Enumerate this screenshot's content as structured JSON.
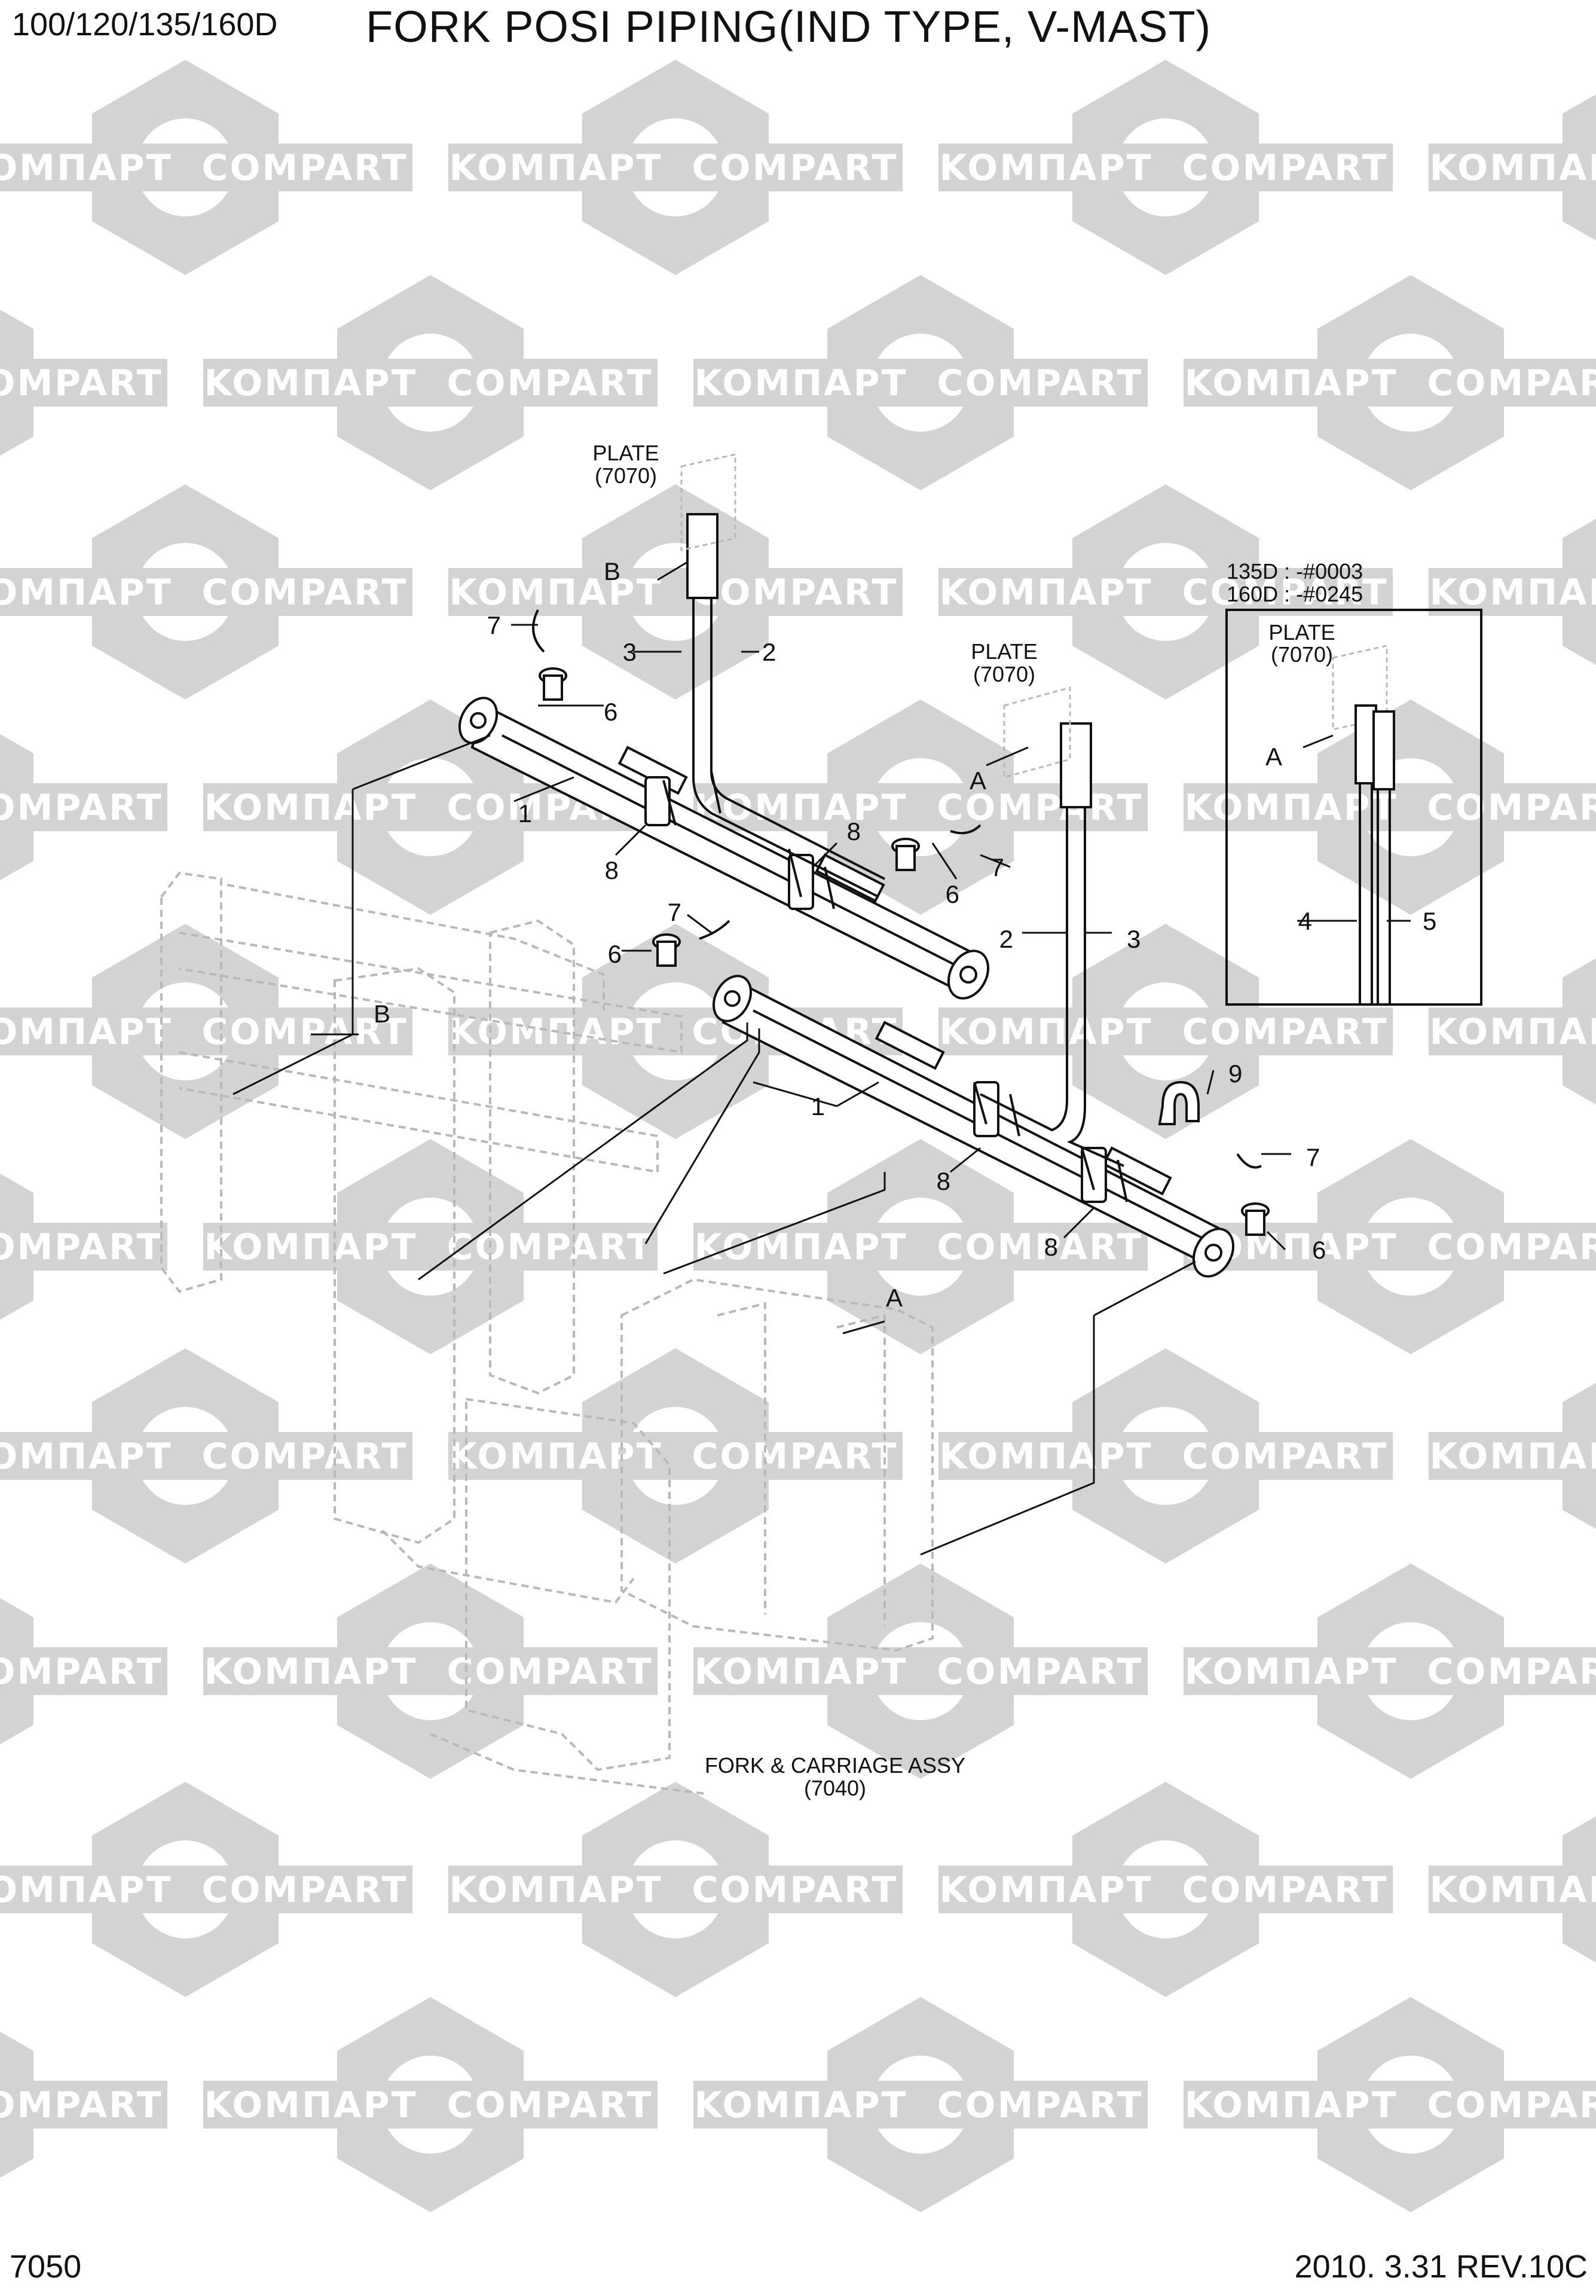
{
  "header": {
    "model": "100/120/135/160D",
    "title": "FORK POSI PIPING(IND TYPE, V-MAST)"
  },
  "footer": {
    "page_number": "7050",
    "date_revision": "2010. 3.31  REV.10C"
  },
  "references": {
    "plate_label": "PLATE",
    "plate_code": "(7070)",
    "fork_assy_label": "FORK & CARRIAGE ASSY",
    "fork_assy_code": "(7040)"
  },
  "detail_box": {
    "serial_line_1": "135D : -#0003",
    "serial_line_2": "160D : -#0245",
    "plate_label": "PLATE",
    "plate_code": "(7070)"
  },
  "callouts": {
    "c1": "1",
    "c2": "2",
    "c3": "3",
    "c4": "4",
    "c5": "5",
    "c6": "6",
    "c7": "7",
    "c8": "8",
    "c9": "9",
    "view_a": "A",
    "view_b": "B"
  },
  "watermark": {
    "text_left": "KOMПAPT",
    "text_right": "COMPART"
  },
  "colors": {
    "line": "#111111",
    "phantom": "#b8b8b8",
    "watermark": "#d3d3d3"
  }
}
